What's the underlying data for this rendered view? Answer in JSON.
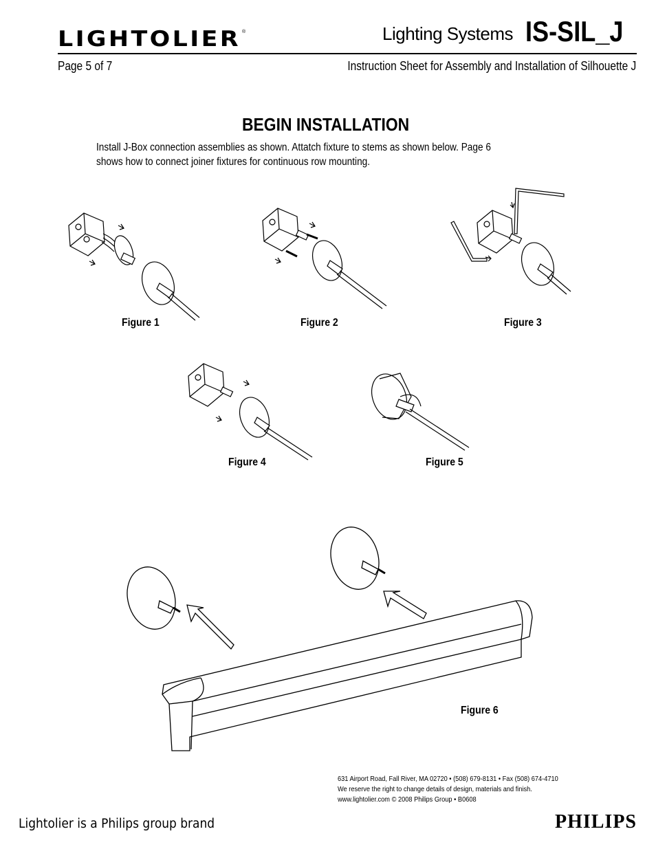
{
  "header": {
    "brand_logo_text": "LIGHTOLIER",
    "registered_mark": "®",
    "system_label": "Lighting Systems",
    "document_code": "IS-SIL_J",
    "page_indicator": "Page 5 of 7",
    "subtitle": "Instruction Sheet for Assembly and Installation of Silhouette J"
  },
  "section": {
    "heading": "BEGIN INSTALLATION",
    "intro_line1": "Install J-Box connection assemblies as shown. Attatch fixture to stems as shown below. Page 6",
    "intro_line2": "shows how to connect joiner fixtures for continuous row mounting."
  },
  "figures": {
    "fig1": "Figure 1",
    "fig2": "Figure 2",
    "fig3": "Figure 3",
    "fig4": "Figure 4",
    "fig5": "Figure 5",
    "fig6": "Figure 6"
  },
  "footer": {
    "address_line": "631 Airport Road, Fall River, MA 02720 • (508) 679-8131 • Fax (508) 674-4710",
    "disclaimer_line": "We reserve the right to change details of design, materials and finish.",
    "web_line": "www.lightolier.com © 2008 Philips Group • B0608",
    "brand_statement": "Lightolier is a Philips group brand",
    "philips_logo_text": "PHILIPS"
  }
}
